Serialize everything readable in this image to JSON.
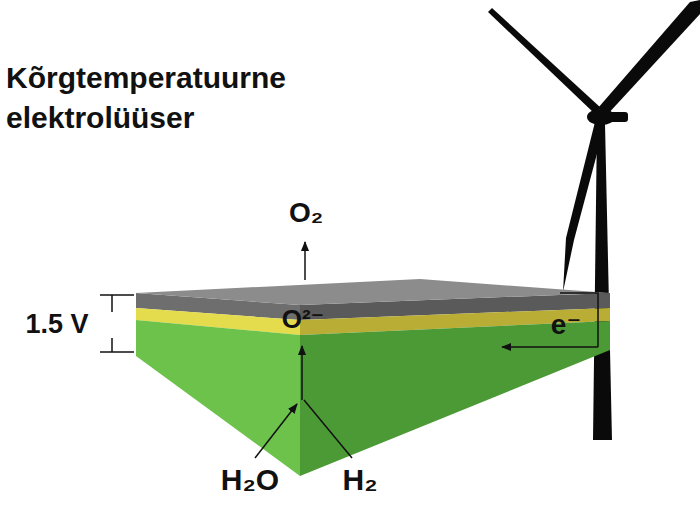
{
  "diagram": {
    "title": "Kõrgtemperatuurne elektrolüüser",
    "labels": [
      "O₂",
      "1.5 V",
      "O²⁻",
      "e⁻",
      "H₂O",
      "H₂"
    ]
  }
}
